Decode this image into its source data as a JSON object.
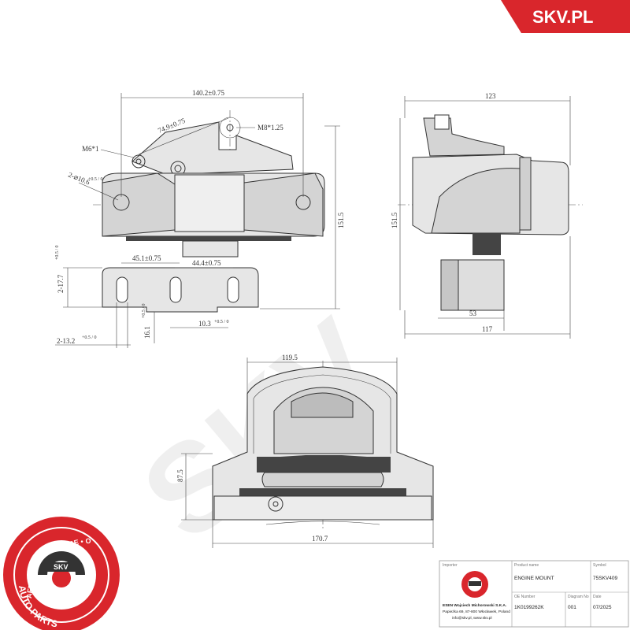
{
  "brand": {
    "site": "SKV.PL",
    "accent": "#d9262c"
  },
  "seal": {
    "ring_text": "AFTERMARKET PRICE • OE QUALITY",
    "center_text": "SKV",
    "bottom_text": "AUTO PARTS"
  },
  "dimensions": {
    "front": {
      "width_total": "140.2±0.75",
      "top_offset": "74.9±0.75",
      "thread_m8": "M8*1.25",
      "thread_m6": "M6*1",
      "hole_dia": "2-⌀10.6",
      "hole_dia_tol": "+0.5 / 0",
      "height": "151.5",
      "bracket_left": "45.1±0.75",
      "bracket_right": "44.4±0.75",
      "bracket_height": "2-17.7",
      "bracket_height_tol": "+0.5 / 0",
      "slot_height": "16.1",
      "slot_height_tol": "+0.5 / 0",
      "slot_width": "10.3",
      "slot_width_tol": "+0.5 / 0",
      "slot_span": "2-13.2",
      "slot_span_tol": "+0.5 / 0"
    },
    "side": {
      "width": "123",
      "height": "151.5",
      "base_a": "53",
      "base_b": "117"
    },
    "bottom": {
      "top_width": "119.5",
      "height": "87.5",
      "base_width": "170.7"
    }
  },
  "title_block": {
    "importer_label": "Importer",
    "importer_name": "ESEN Wojciech Michorowski S.K.A.",
    "importer_address": "Papieżka 69, 87-800 Włocławek, Poland",
    "importer_contact": "info@skv.pl, www.skv.pl",
    "product_label": "Product name",
    "product_value": "ENGINE MOUNT",
    "symbol_label": "Symbol",
    "symbol_value": "75SKV409",
    "oe_label": "OE Number",
    "oe_value": "1K0199262K",
    "diagram_label": "Diagram No",
    "diagram_value": "001",
    "date_label": "Date",
    "date_value": "07/2025"
  }
}
